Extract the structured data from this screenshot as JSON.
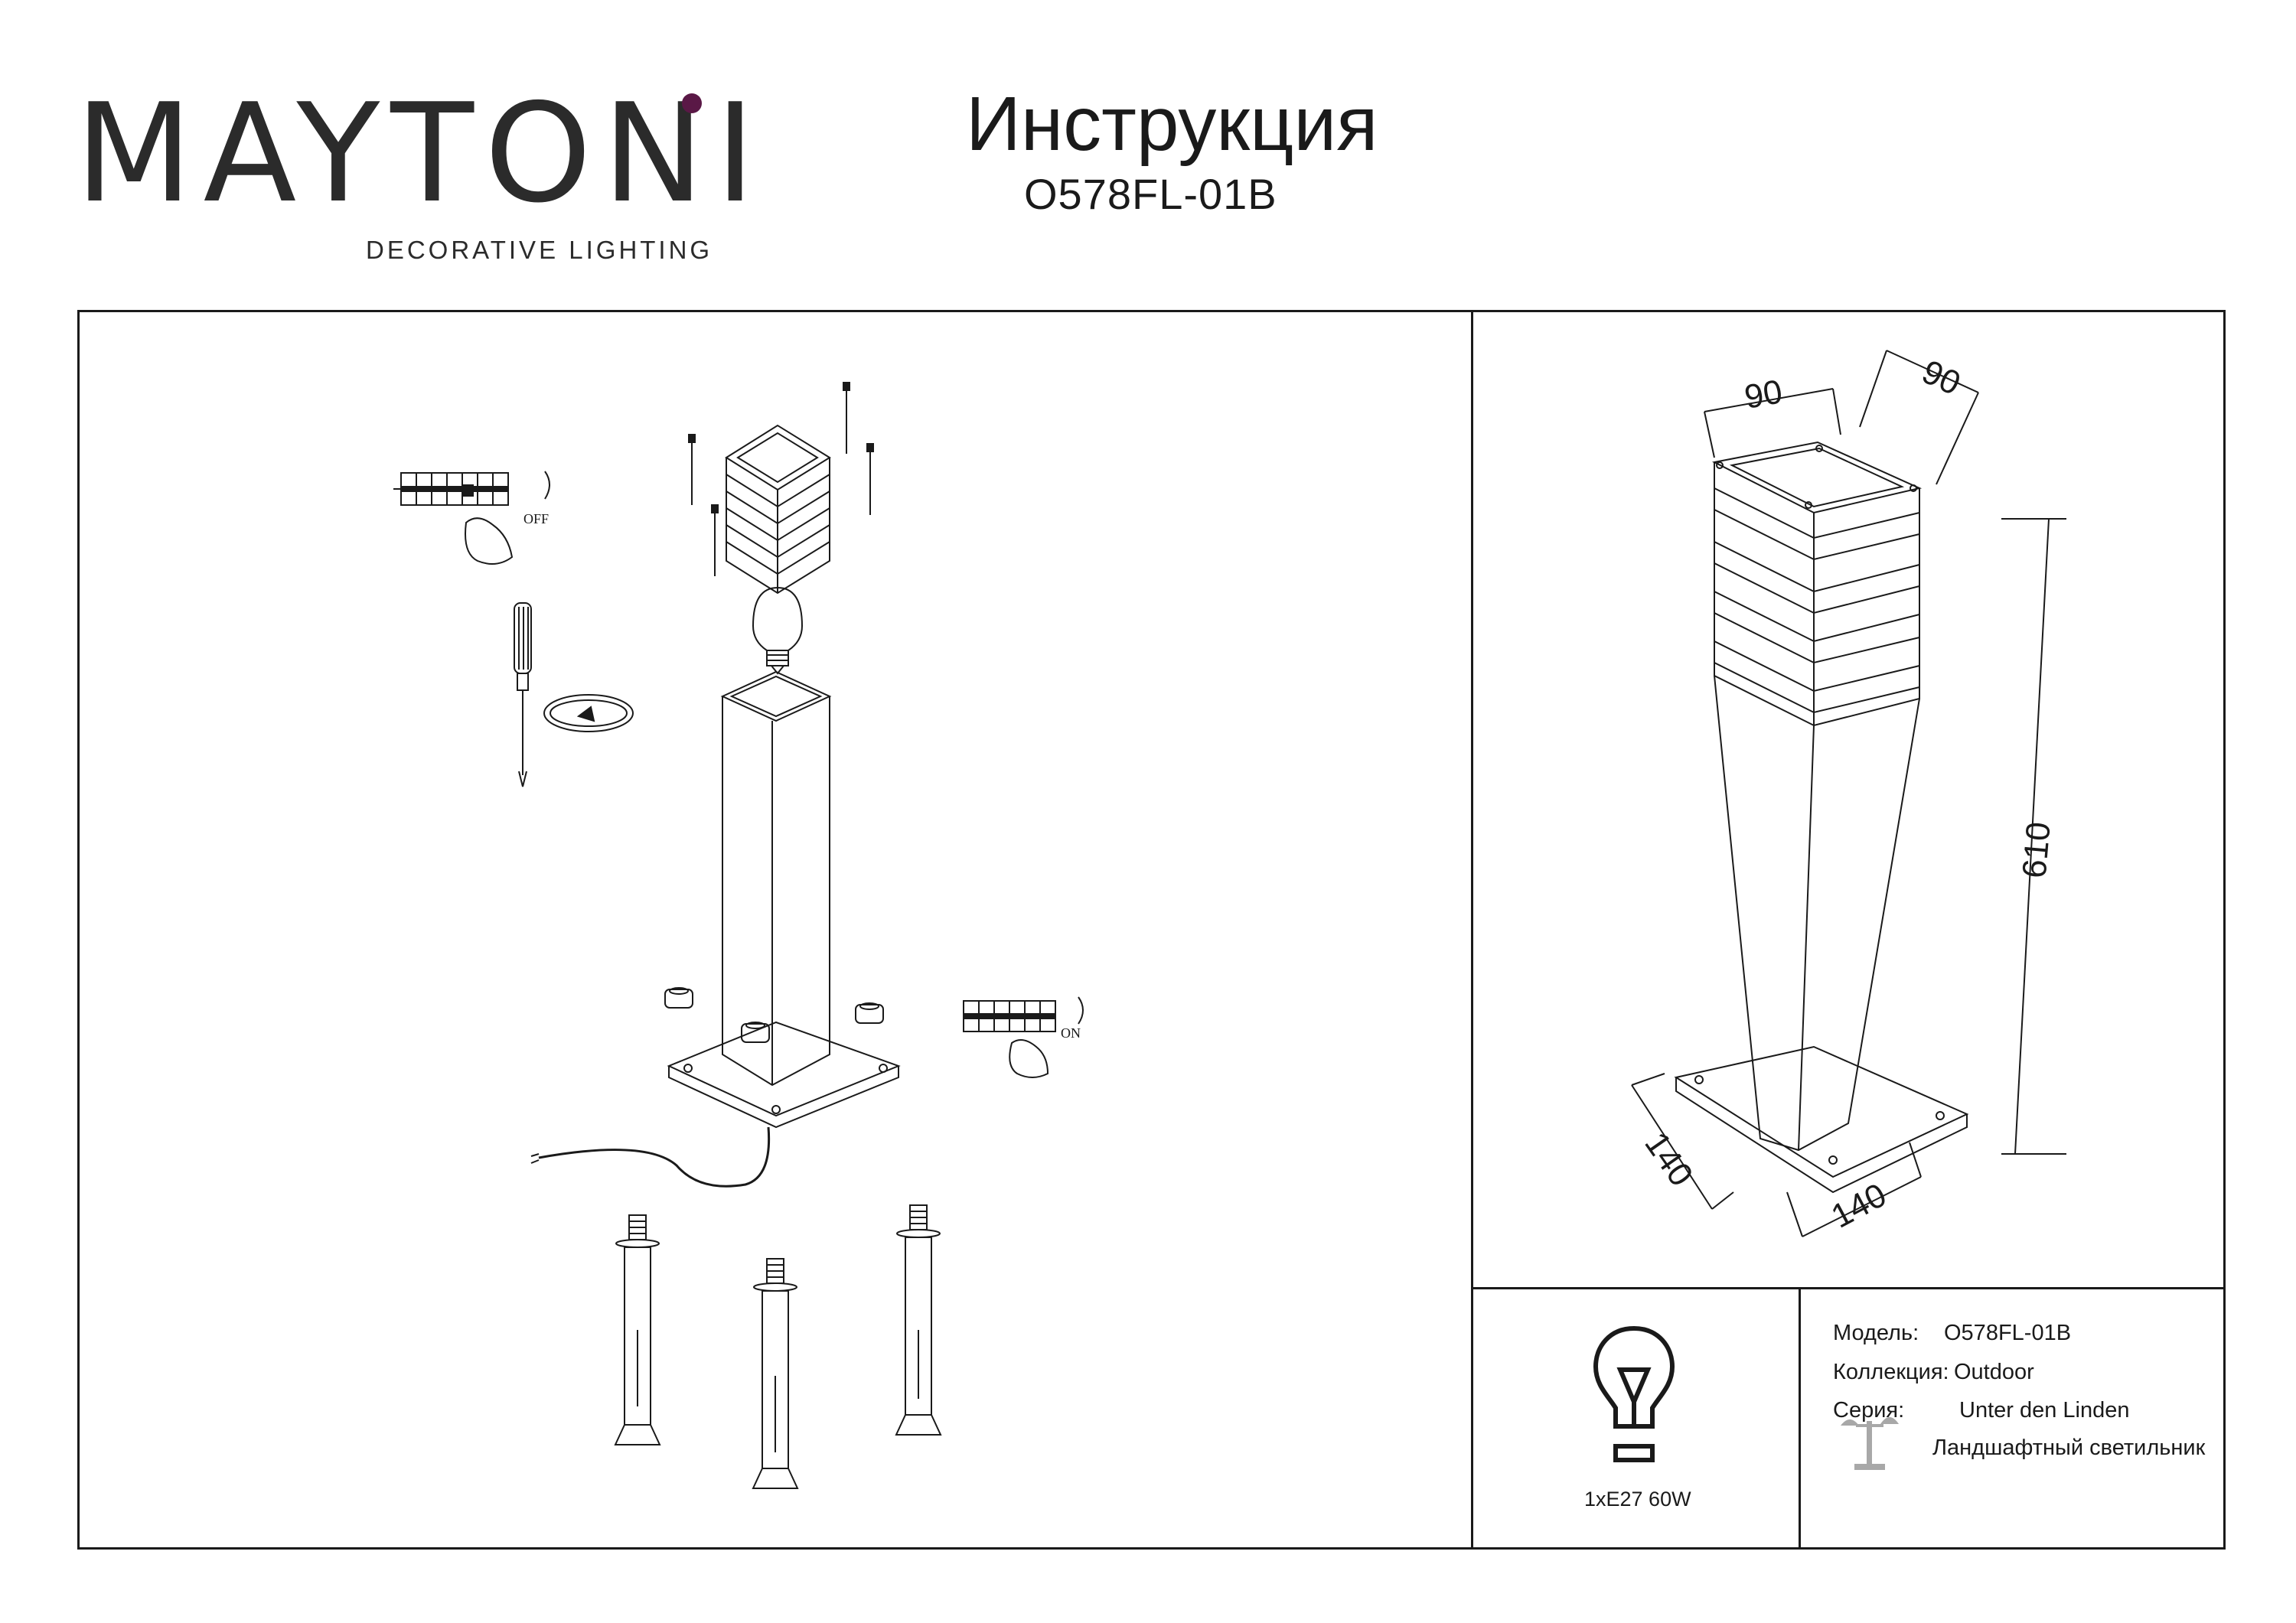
{
  "header": {
    "brand_name": "MAYTONI",
    "brand_tagline": "DECORATIVE LIGHTING",
    "title": "Инструкция",
    "model_code": "O578FL-01B"
  },
  "diagram": {
    "switch_off_label": "OFF",
    "switch_on_label": "ON"
  },
  "dimensions": {
    "top_width": "90",
    "top_depth": "90",
    "height": "610",
    "base_width": "140",
    "base_depth": "140"
  },
  "specs": {
    "lamp": "1xE27 60W",
    "model_label": "Модель:",
    "model_value": "O578FL-01B",
    "collection_label": "Коллекция:",
    "collection_value": "Outdoor",
    "series_label": "Серия:",
    "series_value": "Unter den Linden",
    "type_value": "Ландшафтный светильник"
  },
  "colors": {
    "brand_accent": "#5a1846",
    "line": "#1a1a1a"
  }
}
